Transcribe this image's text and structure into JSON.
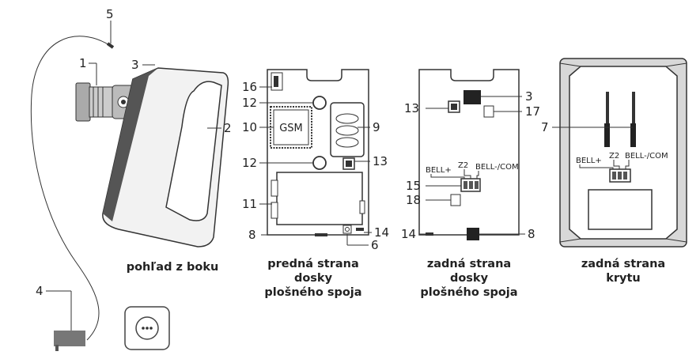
{
  "captions": {
    "side_view": "pohľad z boku",
    "front_board": [
      "predná strana",
      "dosky",
      "plošného spoja"
    ],
    "back_board": [
      "zadná strana",
      "dosky",
      "plošného spoja"
    ],
    "back_cover": [
      "zadná strana",
      "krytu"
    ]
  },
  "callouts": {
    "side": [
      "5",
      "1",
      "3",
      "2",
      "4"
    ],
    "front": [
      "16",
      "12",
      "10",
      "9",
      "12",
      "13",
      "11",
      "8",
      "14",
      "6"
    ],
    "back": [
      "13",
      "3",
      "17",
      "15",
      "18",
      "14",
      "8"
    ],
    "cover": [
      "7"
    ]
  },
  "labels": {
    "gsm": "GSM",
    "bell_plus": "BELL+",
    "z2": "Z2",
    "bell_com": "BELL-/COM"
  }
}
